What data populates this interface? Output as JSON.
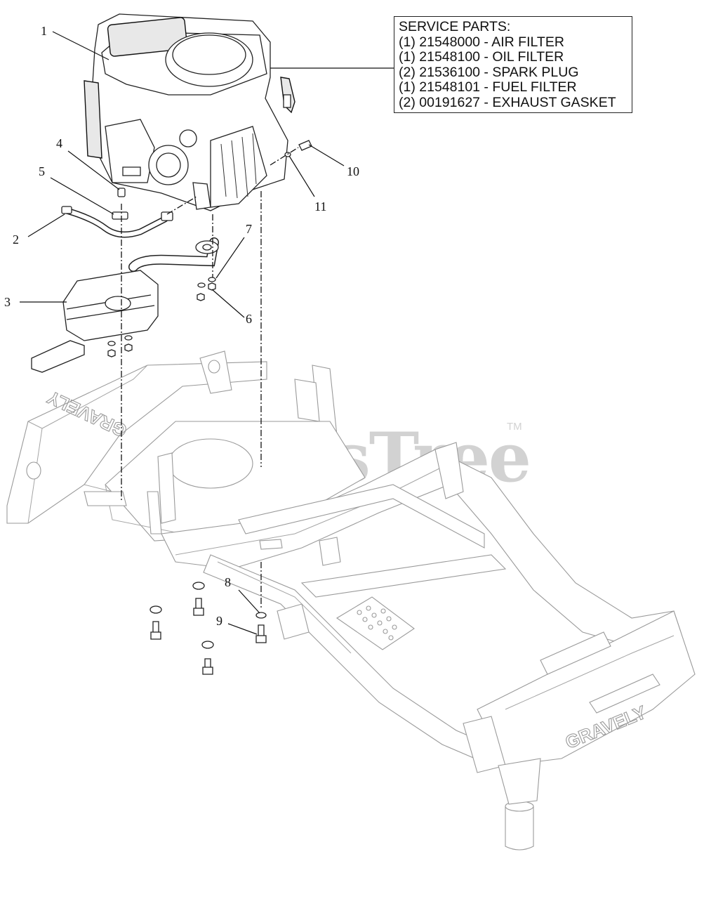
{
  "service_box": {
    "title": "SERVICE PARTS:",
    "items": [
      "(1) 21548000 - AIR FILTER",
      "(1) 21548100 - OIL FILTER",
      "(2) 21536100 - SPARK PLUG",
      "(1) 21548101 - FUEL FILTER",
      "(2) 00191627 - EXHAUST GASKET"
    ]
  },
  "callouts": {
    "c1": "1",
    "c2": "2",
    "c3": "3",
    "c4": "4",
    "c5": "5",
    "c6": "6",
    "c7": "7",
    "c8": "8",
    "c9": "9",
    "c10": "10",
    "c11": "11"
  },
  "watermark": {
    "text": "PartsTree",
    "tm": "TM"
  },
  "frame_text": {
    "left": "GRAVELY",
    "right": "GRAVELY"
  }
}
